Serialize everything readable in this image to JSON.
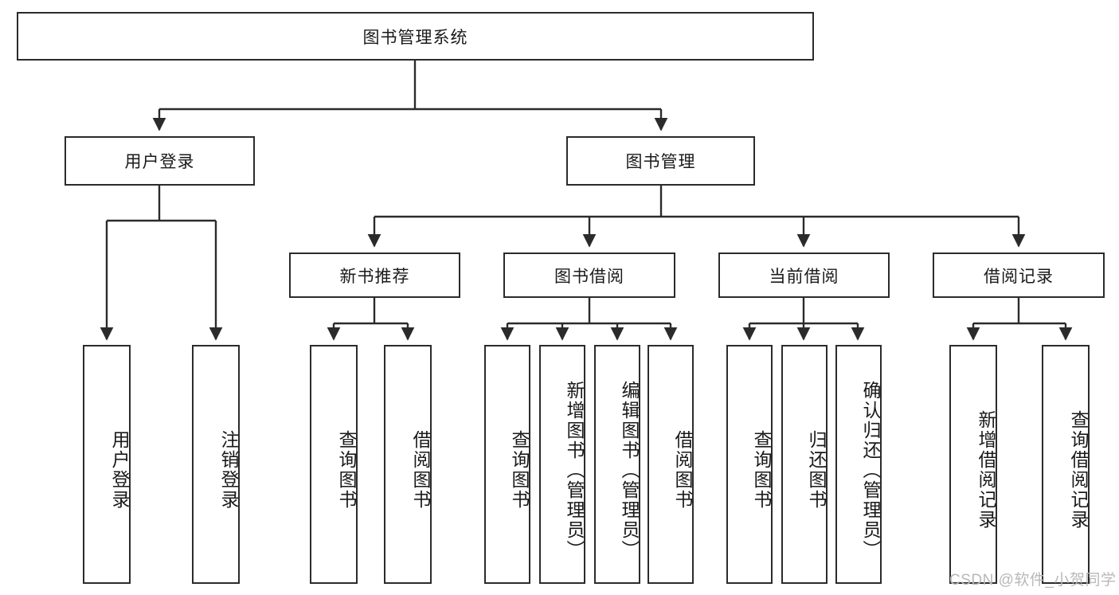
{
  "diagram": {
    "title": "图书管理系统",
    "orientation": "top-down-tree",
    "watermark": "CSDN @软件_小贺同学",
    "colors": {
      "background": "#ffffff",
      "box_border": "#2b2b2b",
      "box_fill": "#ffffff",
      "edge": "#2b2b2b",
      "text": "#1a1a1a",
      "watermark": "#b8b8b8"
    }
  },
  "nodes": {
    "root": {
      "label": "图书管理系统"
    },
    "level2": [
      {
        "id": "user-login",
        "label": "用户登录"
      },
      {
        "id": "book-manage",
        "label": "图书管理"
      }
    ],
    "level3": [
      {
        "id": "new-book-recommend",
        "label": "新书推荐"
      },
      {
        "id": "book-borrow",
        "label": "图书借阅"
      },
      {
        "id": "current-borrow",
        "label": "当前借阅"
      },
      {
        "id": "borrow-record",
        "label": "借阅记录"
      }
    ],
    "leaves": {
      "user_login": [
        {
          "id": "leaf-user-login",
          "label": "用户登录"
        },
        {
          "id": "leaf-logout-login",
          "label": "注销登录"
        }
      ],
      "new_book_recommend": [
        {
          "id": "leaf-query-book-1",
          "label": "查询图书"
        },
        {
          "id": "leaf-borrow-book-1",
          "label": "借阅图书"
        }
      ],
      "book_borrow": [
        {
          "id": "leaf-query-book-2",
          "label": "查询图书"
        },
        {
          "id": "leaf-add-book",
          "label": "新增图书（管理员）"
        },
        {
          "id": "leaf-edit-book",
          "label": "编辑图书（管理员）"
        },
        {
          "id": "leaf-borrow-book-2",
          "label": "借阅图书"
        }
      ],
      "current_borrow": [
        {
          "id": "leaf-query-book-3",
          "label": "查询图书"
        },
        {
          "id": "leaf-return-book",
          "label": "归还图书"
        },
        {
          "id": "leaf-confirm-return",
          "label": "确认归还（管理员）"
        }
      ],
      "borrow_record": [
        {
          "id": "leaf-add-record",
          "label": "新增借阅记录"
        },
        {
          "id": "leaf-query-record",
          "label": "查询借阅记录"
        }
      ]
    }
  }
}
